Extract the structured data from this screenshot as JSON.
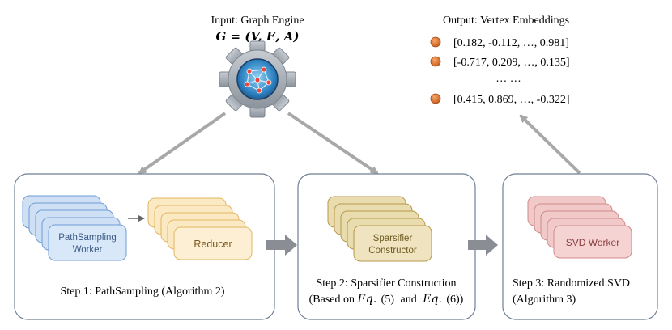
{
  "input": {
    "title": "Input: Graph Engine",
    "formula": "G = (V, E, A)"
  },
  "output": {
    "title": "Output: Vertex Embeddings",
    "rows": [
      "[0.182, -0.112, …, 0.981]",
      "[-0.717, 0.209, …, 0.135]",
      "[0.415, 0.869, …, -0.322]"
    ],
    "ellipsis": "… …"
  },
  "step1": {
    "worker_label_line1": "PathSampling",
    "worker_label_line2": "Worker",
    "reducer_label": "Reducer",
    "caption": "Step 1: PathSampling (Algorithm 2)"
  },
  "step2": {
    "constructor_label_line1": "Sparsifier",
    "constructor_label_line2": "Constructor",
    "caption_line1": "Step 2: Sparsifier Construction",
    "caption_line2_prefix": "(Based on ",
    "eq_label_1": "Eq.",
    "eq_ref_1": "(5)",
    "caption_line2_and": "and",
    "eq_label_2": "Eq.",
    "eq_ref_2": "(6))"
  },
  "step3": {
    "worker_label": "SVD Worker",
    "caption_line1": "Step 3: Randomized SVD",
    "caption_line2": "(Algorithm 3)"
  },
  "colors": {
    "panel_border": "#6f7f95",
    "arrow": "#a8a8a8",
    "block_arrow": "#8a8d93",
    "blue_card": "#cfe0f4",
    "blue_border": "#6d9bd6",
    "yellow_card": "#fbe9c4",
    "yellow_border": "#e2b760",
    "tan_card": "#e9dcae",
    "tan_border": "#b79a4c",
    "pink_card": "#f2c9c9",
    "pink_border": "#d08a8a",
    "dot": "#e2782e",
    "gear": "#a9b0b8"
  }
}
